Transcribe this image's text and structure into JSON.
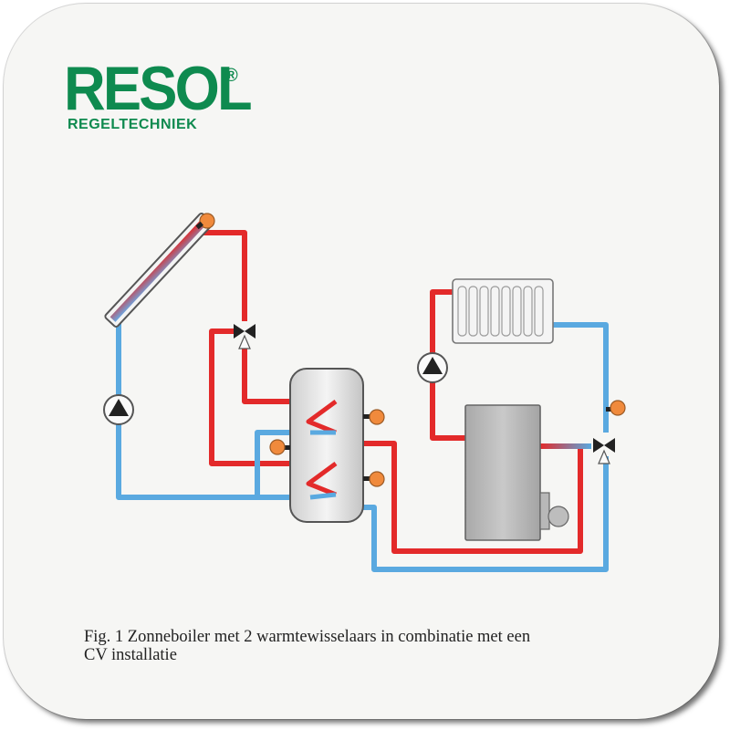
{
  "logo": {
    "brand": "RESOL",
    "registered_mark": "®",
    "subtitle": "REGELTECHNIEK",
    "brand_color": "#0e8a4f"
  },
  "diagram": {
    "hot_pipe_color": "#e32a2a",
    "cold_pipe_color": "#5aa9e0",
    "sensor_color": "#f08a3c",
    "components": [
      "solar-collector-icon",
      "solar-pump-icon",
      "three-way-valve-icon",
      "storage-tank",
      "heat-exchanger-coil-icon",
      "radiator-icon",
      "heating-pump-icon",
      "cv-boiler",
      "temperature-sensor-icon"
    ]
  },
  "caption": {
    "line1": "Fig. 1 Zonneboiler met 2 warmtewisselaars in combinatie met een",
    "line2": "CV installatie"
  }
}
